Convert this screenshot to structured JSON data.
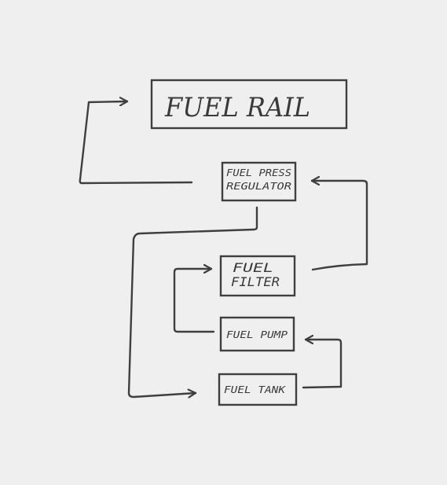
{
  "diagram": {
    "nodes": {
      "fuel_rail": {
        "text": "FUEL RAIL"
      },
      "regulator": {
        "line1": "FUEL PRESS",
        "line2": "REGULATOR"
      },
      "filter": {
        "line1": "FUEL",
        "line2": "FILTER"
      },
      "pump": {
        "text": "FUEL PUMP"
      },
      "tank": {
        "text": "FUEL TANK"
      }
    },
    "edges": [
      {
        "from": "regulator",
        "to": "fuel_rail"
      },
      {
        "from": "filter",
        "to": "regulator"
      },
      {
        "from": "pump",
        "to": "filter"
      },
      {
        "from": "tank",
        "to": "pump"
      },
      {
        "from": "regulator",
        "to": "tank"
      }
    ]
  }
}
